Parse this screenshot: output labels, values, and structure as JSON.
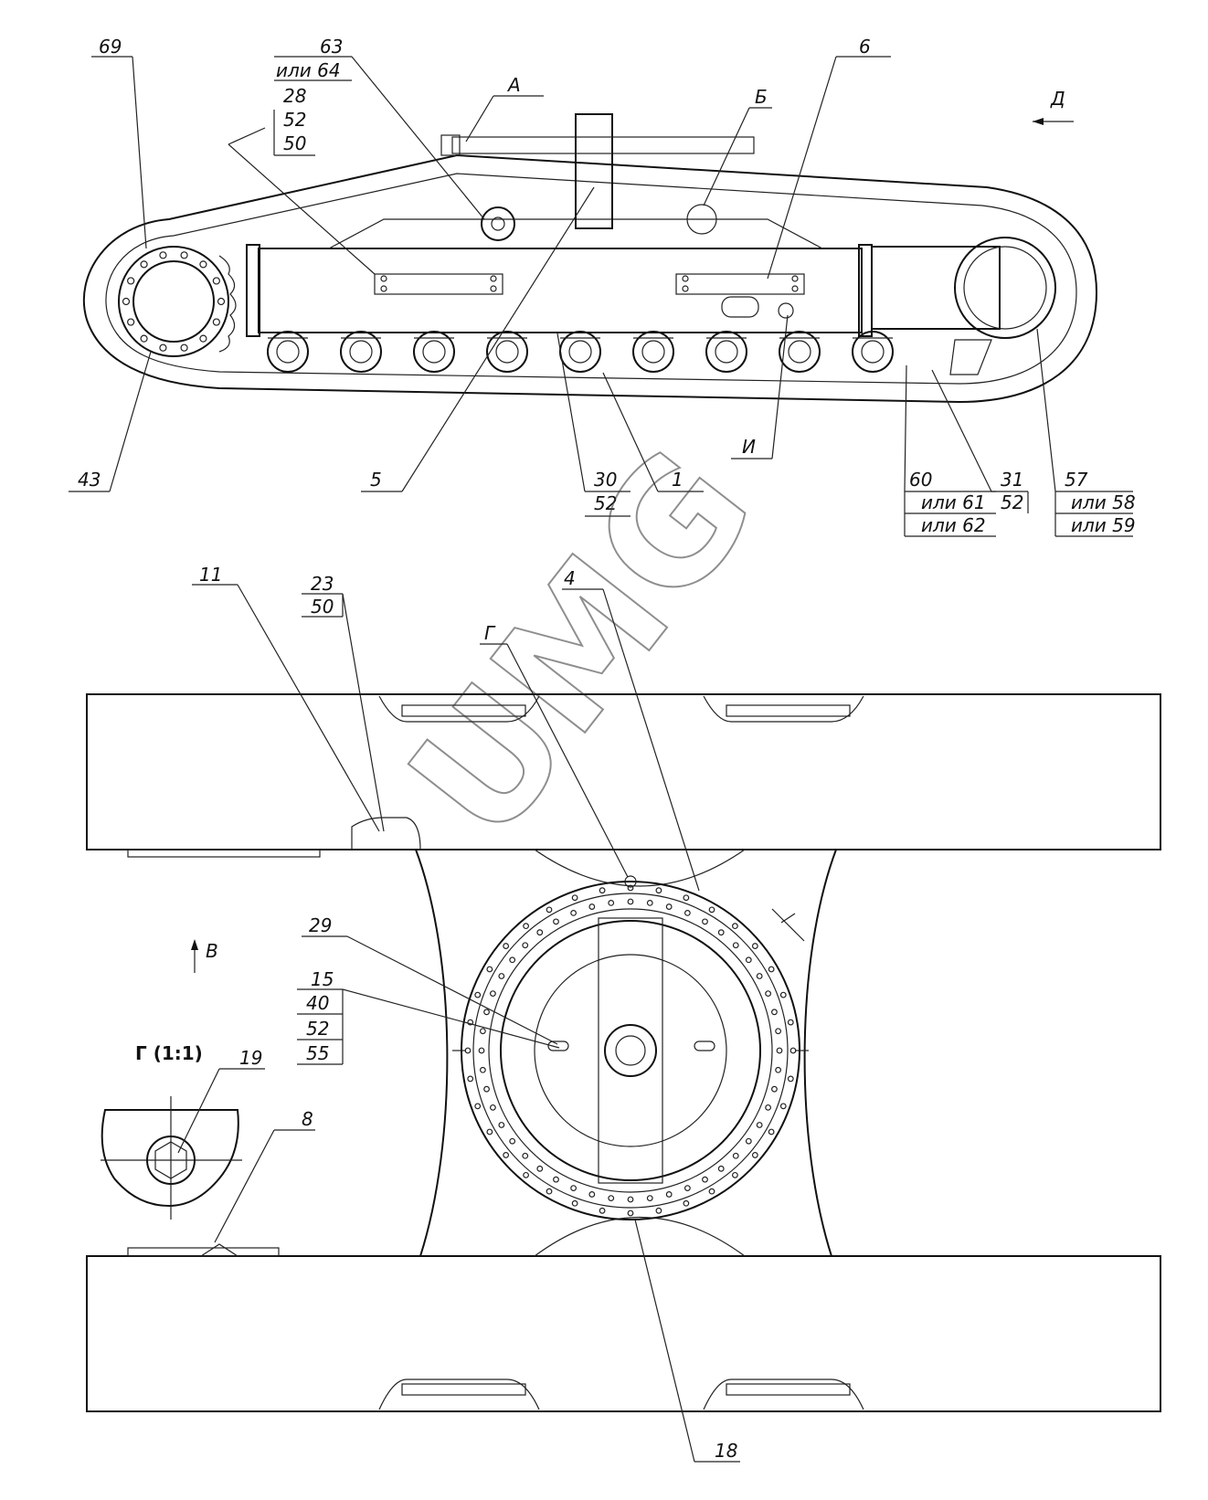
{
  "watermark": "UMG",
  "views": {
    "side_view": {
      "arrow_label": "Д",
      "callouts": {
        "c69": "69",
        "c63": "63",
        "c63alt": "или 64",
        "cA": "А",
        "c28": "28",
        "c52a": "52",
        "c50a": "50",
        "cB": "Б",
        "c6": "6",
        "c43": "43",
        "c5": "5",
        "c30": "30",
        "c52b": "52",
        "c1": "1",
        "cI": "И",
        "c60": "60",
        "c61": "или 61",
        "c62": "или 62",
        "c31": "31",
        "c52c": "52",
        "c57": "57",
        "c58": "или 58",
        "c59": "или 59"
      }
    },
    "plan_view": {
      "arrow_label": "В",
      "detail_title": "Г  (1:1)",
      "callouts": {
        "c11": "11",
        "c23": "23",
        "c50b": "50",
        "c4": "4",
        "cG": "Г",
        "c29": "29",
        "c15": "15",
        "c40": "40",
        "c52d": "52",
        "c55": "55",
        "c19": "19",
        "c8": "8",
        "c18": "18"
      }
    }
  }
}
